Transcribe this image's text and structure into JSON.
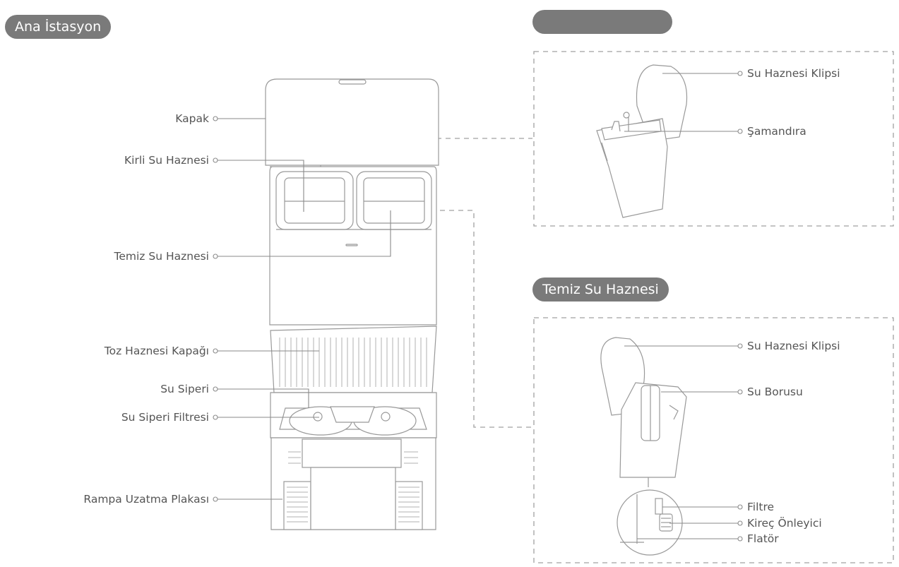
{
  "section_titles": {
    "main_station": "Ana İstasyon",
    "dirty_tank": "",
    "clean_tank": "Temiz Su Haznesi"
  },
  "station_labels": {
    "lid": "Kapak",
    "dirty_tank": "Kirli Su Haznesi",
    "clean_tank": "Temiz Su Haznesi",
    "dust_cover": "Toz Haznesi Kapağı",
    "splash_guard": "Su Siperi",
    "splash_filter": "Su Siperi Filtresi",
    "ramp_plate": "Rampa Uzatma Plakası"
  },
  "dirty_tank_labels": {
    "clip": "Su Haznesi Klipsi",
    "float": "Şamandıra"
  },
  "clean_tank_labels": {
    "clip": "Su Haznesi Klipsi",
    "pipe": "Su Borusu",
    "filter": "Filtre",
    "descaler": "Kireç Önleyici",
    "floater": "Flatör"
  },
  "colors": {
    "pill_background": "#7a7a7a",
    "line": "#8a8a8a",
    "text": "#555555"
  }
}
